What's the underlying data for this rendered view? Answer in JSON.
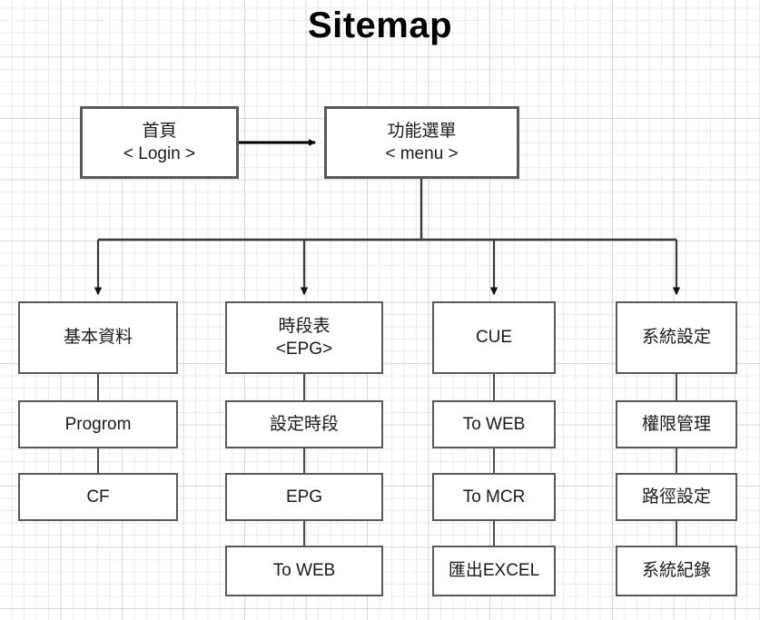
{
  "page": {
    "title": "Sitemap",
    "background": "#ffffff",
    "grid_color": "#e1e1e1",
    "box_border_color": "#595959",
    "edge_color": "#404040",
    "arrow_color": "#000000",
    "text_color": "#1a1a1a"
  },
  "nodes": {
    "home": {
      "line1": "首頁",
      "line2": "< Login >"
    },
    "menu": {
      "line1": "功能選單",
      "line2": "< menu >"
    },
    "col1": [
      {
        "line1": "基本資料",
        "line2": ""
      },
      {
        "line1": "Progrom",
        "line2": ""
      },
      {
        "line1": "CF",
        "line2": ""
      }
    ],
    "col2": [
      {
        "line1": "時段表",
        "line2": "<EPG>"
      },
      {
        "line1": "設定時段",
        "line2": ""
      },
      {
        "line1": "EPG",
        "line2": ""
      },
      {
        "line1": "To WEB",
        "line2": ""
      }
    ],
    "col3": [
      {
        "line1": "CUE",
        "line2": ""
      },
      {
        "line1": "To WEB",
        "line2": ""
      },
      {
        "line1": "To MCR",
        "line2": ""
      },
      {
        "line1": "匯出EXCEL",
        "line2": ""
      }
    ],
    "col4": [
      {
        "line1": "系統設定",
        "line2": ""
      },
      {
        "line1": "權限管理",
        "line2": ""
      },
      {
        "line1": "路徑設定",
        "line2": ""
      },
      {
        "line1": "系統紀錄",
        "line2": ""
      }
    ]
  },
  "edges": {
    "home_to_menu": "arrow-right",
    "menu_to_branches": "arrow-down-tree",
    "stack_connectors": "plain-line"
  }
}
